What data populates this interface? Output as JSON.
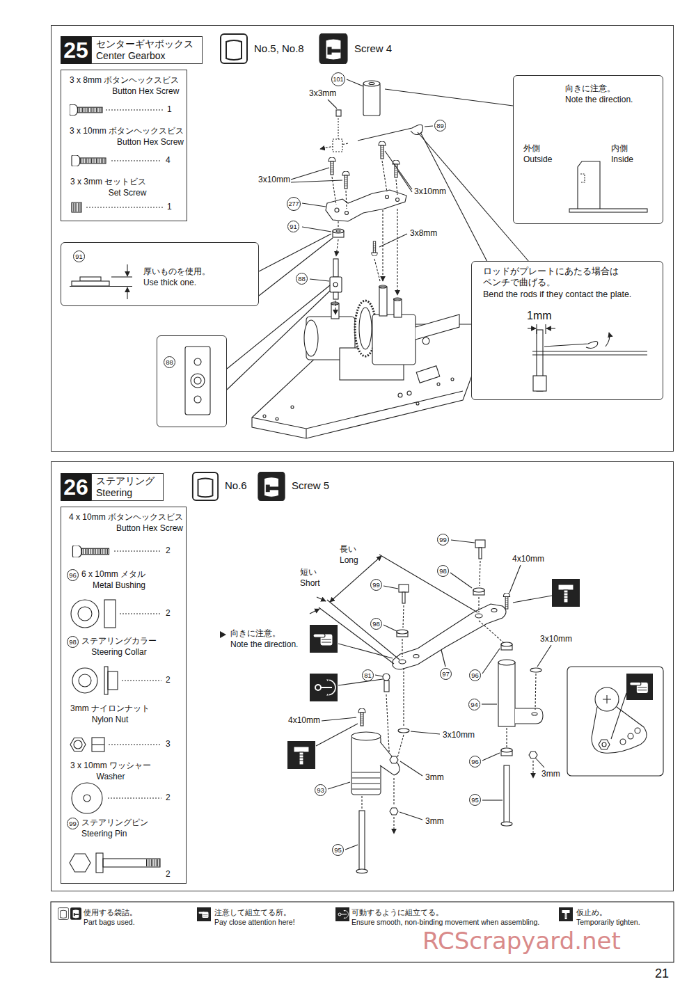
{
  "diagram": {
    "nodes": [
      {
        "text": [
          "25",
          "センターギヤボックス Center Gearbox"
        ]
      },
      {
        "text": [
          "3 x 8mm ボタンヘックスビス Button Hex Screw",
          "1",
          "3 x 10mm ボタンヘックスビス Button Hex Screw",
          "4",
          "3 x 3mm セットビス Set Screw",
          "1"
        ],
        "in": 0
      },
      {
        "text": [
          "向きに注意。 Note the direction.",
          "外側 Outside",
          "内側 Inside"
        ],
        "in": 0
      },
      {
        "text": [
          "91",
          "厚いものを使用。 Use thick one."
        ],
        "in": 0
      },
      {
        "text": [
          "88"
        ],
        "in": 0
      },
      {
        "text": [
          "ロッドがプレートにあたる場合は ペンチで曲げる。 Bend the rods if they contact the plate.",
          "1mm"
        ],
        "in": 0
      },
      {
        "text": [
          "26",
          "ステアリング Steering"
        ]
      },
      {
        "text": [
          "4 x 10mm ボタンヘックスビス Button Hex Screw",
          "2",
          "96",
          "6 x 10mm メタル Metal Bushing",
          "2",
          "98",
          "ステアリングカラー Steering Collar",
          "2",
          "3mm ナイロンナット Nylon Nut",
          "3",
          "3 x 10mm ワッシャー Washer",
          "2",
          "99",
          "ステアリングピン Steering Pin",
          "2"
        ],
        "in": 6
      }
    ],
    "labels": [
      "No.5, No.8",
      "Screw 4",
      "101",
      "3x3mm",
      "89",
      "3x10mm",
      "3x10mm",
      "277",
      "3x8mm",
      "91",
      "88",
      "No.6",
      "Screw 5",
      "99",
      "長い Long",
      "短い Short",
      "99",
      "98",
      "98",
      "4x10mm",
      "向きに注意。 Note the direction.",
      "97",
      "3x10mm",
      "81",
      "4x10mm",
      "96",
      "94",
      "3x10mm",
      "3mm",
      "3mm",
      "93",
      "96",
      "3mm",
      "95",
      "95",
      "21",
      "RCScrapyard.net"
    ],
    "legend": [
      {
        "text": "使用する袋詰。 Part bags used."
      },
      {
        "text": "注意して組立てる所。 Pay close attention here!"
      },
      {
        "text": "可動するように組立てる。 Ensure smooth, non-binding movement when assembling."
      },
      {
        "text": "仮止め。 Temporarily tighten."
      }
    ]
  }
}
